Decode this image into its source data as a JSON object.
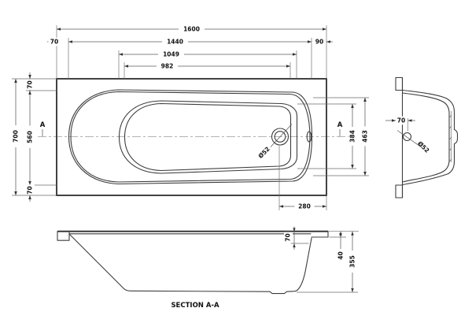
{
  "plan": {
    "dims": {
      "overall_length": "1600",
      "rim_length": "1440",
      "head_offset": "70",
      "foot_offset": "90",
      "floor_outer_length": "1049",
      "floor_inner_length": "982",
      "overall_width": "700",
      "near_rim_offset": "70",
      "rim_width": "560",
      "far_rim_offset": "70",
      "foot_floor_width": "384",
      "foot_rim_width": "463",
      "waste_offset": "280"
    },
    "waste_label": "Ø52",
    "section_marker": "A"
  },
  "end_view": {
    "dims": {
      "overflow_depth": "70"
    },
    "overflow_label": "Ø52"
  },
  "section_view": {
    "dims": {
      "rim_to_overflow": "70",
      "lip_height": "40",
      "overall_depth": "355"
    },
    "title": "SECTION A-A"
  },
  "colors": {
    "line": "#3c3c3c",
    "dim": "#5a5a5a",
    "centerline": "#9a9a9a",
    "text": "#111111",
    "background": "#ffffff"
  }
}
